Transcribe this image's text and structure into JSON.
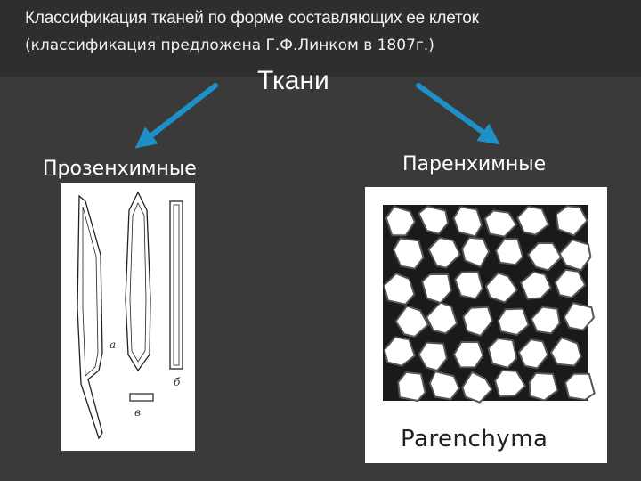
{
  "title": "Классификация тканей по форме составляющих ее клеток",
  "subtitle": "(классификация предложена Г.Ф.Линком в 1807г.)",
  "root": "Ткани",
  "branches": {
    "left": "Прозенхимные",
    "right": "Паренхимные"
  },
  "left_figure": {
    "letters": [
      "а",
      "б",
      "в"
    ]
  },
  "right_figure": {
    "caption": "Parenchyma"
  },
  "colors": {
    "background": "#3a3a3a",
    "arrow": "#1e90c8",
    "text": "#ffffff"
  }
}
